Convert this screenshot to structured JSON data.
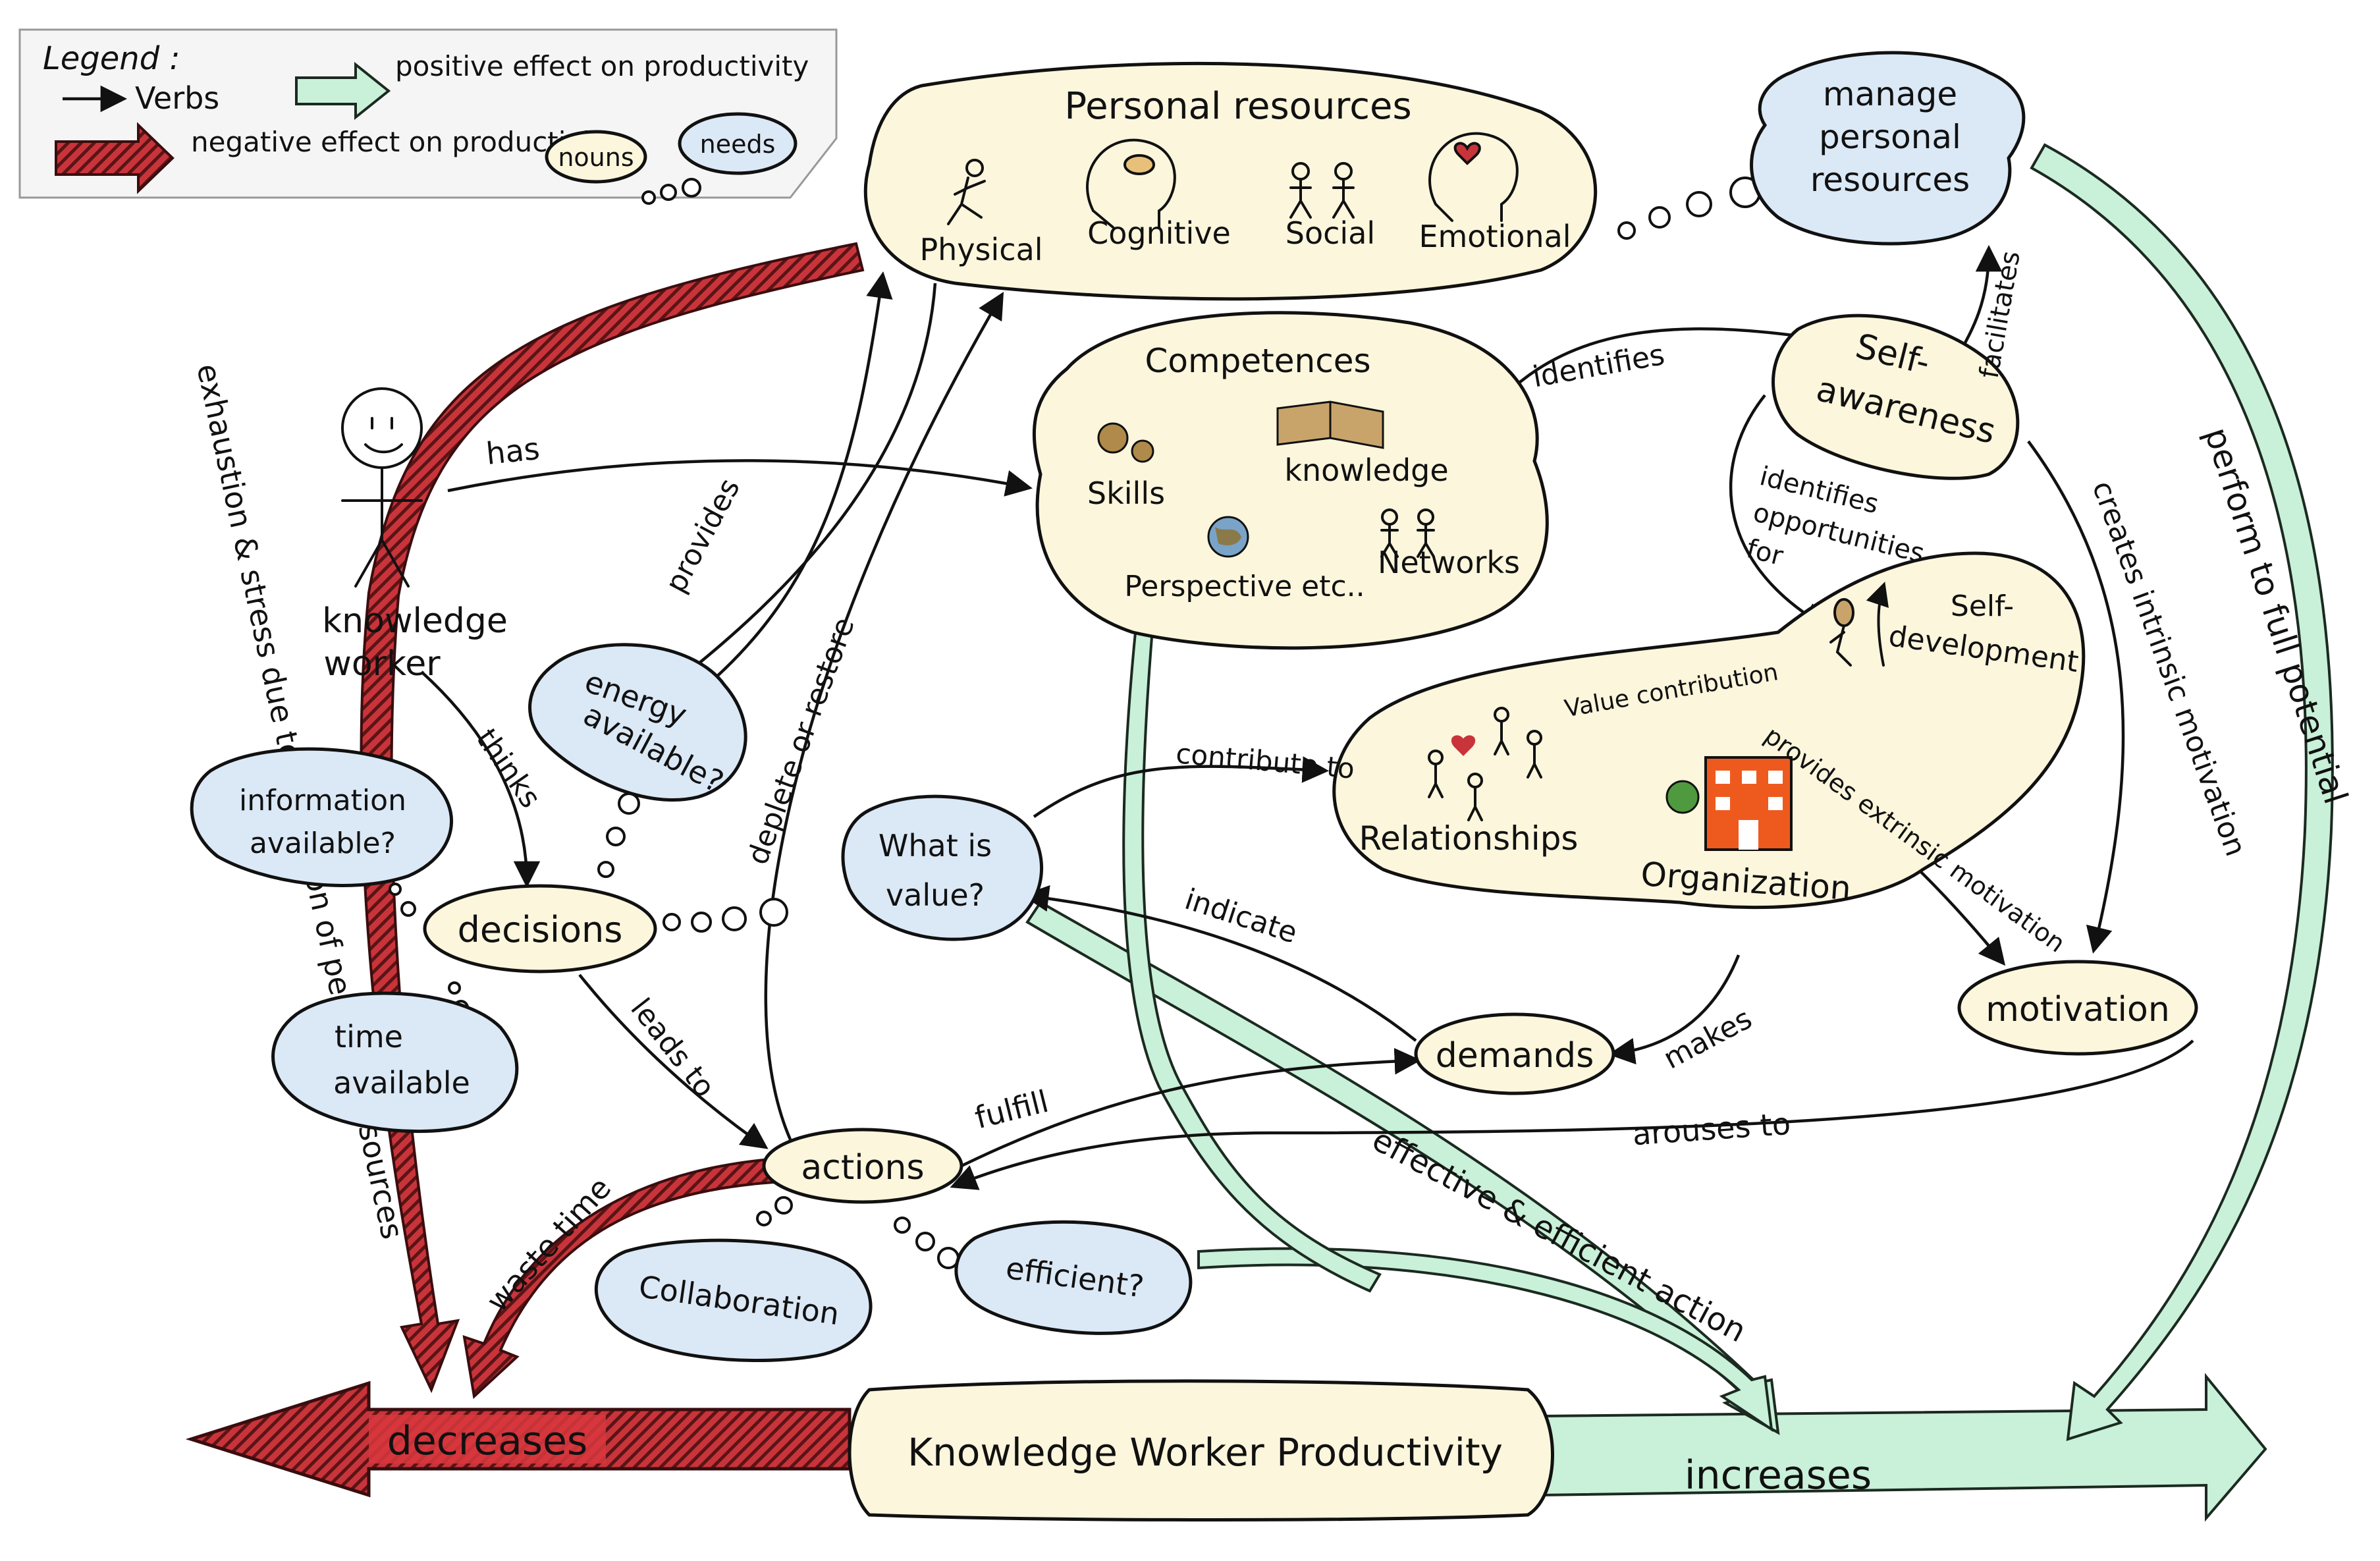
{
  "legend": {
    "title": "Legend :",
    "verbs": "Verbs",
    "positive": "positive effect on productivity",
    "negative": "negative effect on productivity",
    "nouns": "nouns",
    "needs": "needs"
  },
  "nodes": {
    "personal_resources": "Personal resources",
    "physical": "Physical",
    "cognitive": "Cognitive",
    "social": "Social",
    "emotional": "Emotional",
    "manage_personal_resources": "manage personal resources",
    "competences": "Competences",
    "skills": "Skills",
    "knowledge": "knowledge",
    "perspective": "Perspective etc..",
    "networks": "Networks",
    "self_awareness": "Self-awareness",
    "knowledge_worker": "Knowledge worker",
    "energy_available": "energy available?",
    "information_available": "information available?",
    "decisions": "decisions",
    "time_available": "time available",
    "what_is_value": "What is value?",
    "self_development": "Self-development",
    "value_contribution": "Value contribution",
    "relationships": "Relationships",
    "organization": "Organization",
    "motivation": "motivation",
    "demands": "demands",
    "actions": "actions",
    "collaboration": "Collaboration",
    "efficient": "efficient?",
    "kwp": "Knowledge Worker Productivity",
    "decreases": "decreases",
    "increases": "increases"
  },
  "edges": {
    "has": "has",
    "provides": "provides",
    "deplete_or_restore": "deplete or restore",
    "identifies": "identifies",
    "facilitates": "facilitates",
    "identifies_opportunities": "identifies opportunities for",
    "creates_intrinsic": "creates intrinsic motivation",
    "perform_full": "perform to full potential",
    "thinks": "thinks",
    "contribute_to": "contribute to",
    "indicate": "indicate",
    "provides_extrinsic": "provides extrinsic motivation",
    "leads_to": "leads to",
    "makes": "makes",
    "fulfill": "fulfill",
    "arouses_to": "arouses to",
    "waste_time": "waste time",
    "effective_efficient": "effective & efficient action",
    "exhaustion": "exhaustion & stress due to depletion of personal resources"
  },
  "colors": {
    "noun_fill": "#fbf6dc",
    "need_fill": "#dbe8f6",
    "positive": "#c9f0d8",
    "negative": "#c8343a",
    "organization": "#ee5a1e"
  }
}
